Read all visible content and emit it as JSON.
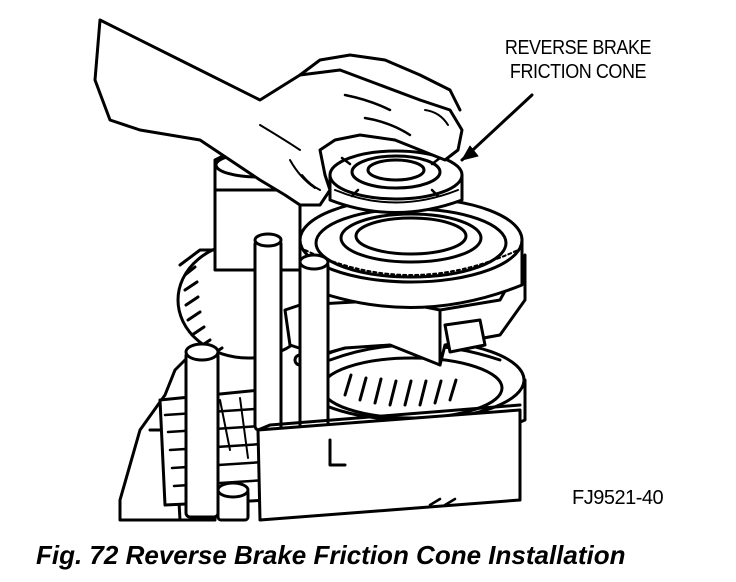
{
  "diagram": {
    "callout_line1": "REVERSE BRAKE",
    "callout_line2": "FRICTION CONE",
    "figure_code": "FJ9521-40",
    "caption": "Fig. 72 Reverse Brake Friction Cone Installation"
  },
  "colors": {
    "ink": "#000000",
    "paper": "#ffffff"
  }
}
